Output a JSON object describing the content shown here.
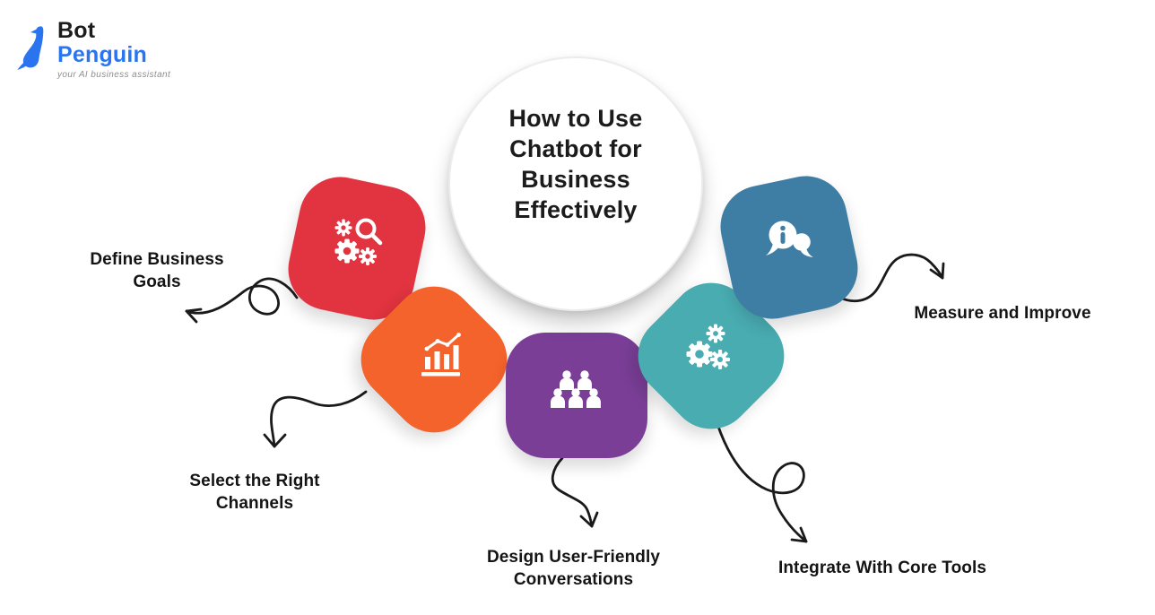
{
  "logo": {
    "brand_top": "Bot",
    "brand_bottom": "Penguin",
    "tagline": "your AI business assistant"
  },
  "title": {
    "lines": [
      "How to Use",
      "Chatbot for",
      "Business Effectively"
    ]
  },
  "steps": [
    {
      "label": "Define Business Goals",
      "icon": "search-gears-icon",
      "color": "#E23440"
    },
    {
      "label": "Select the Right Channels",
      "icon": "growth-chart-icon",
      "color": "#F4632B"
    },
    {
      "label": "Design User-Friendly Conversations",
      "icon": "audience-group-icon",
      "color": "#7A3E97"
    },
    {
      "label": "Integrate With Core Tools",
      "icon": "gears-icon",
      "color": "#48ACB1"
    },
    {
      "label": "Measure and Improve",
      "icon": "info-chat-icon",
      "color": "#3E7EA4"
    }
  ],
  "colors": {
    "ink": "#1A1A1A",
    "label_text": "#141414",
    "title_text": "#1B1B1B",
    "logo_dark": "#1C1C1C",
    "logo_blue": "#2B74F0",
    "tagline_gray": "#8E8E8E",
    "circle_ring": "#ECECEC",
    "background": "#FFFFFF",
    "icon_white": "#FFFFFF"
  }
}
